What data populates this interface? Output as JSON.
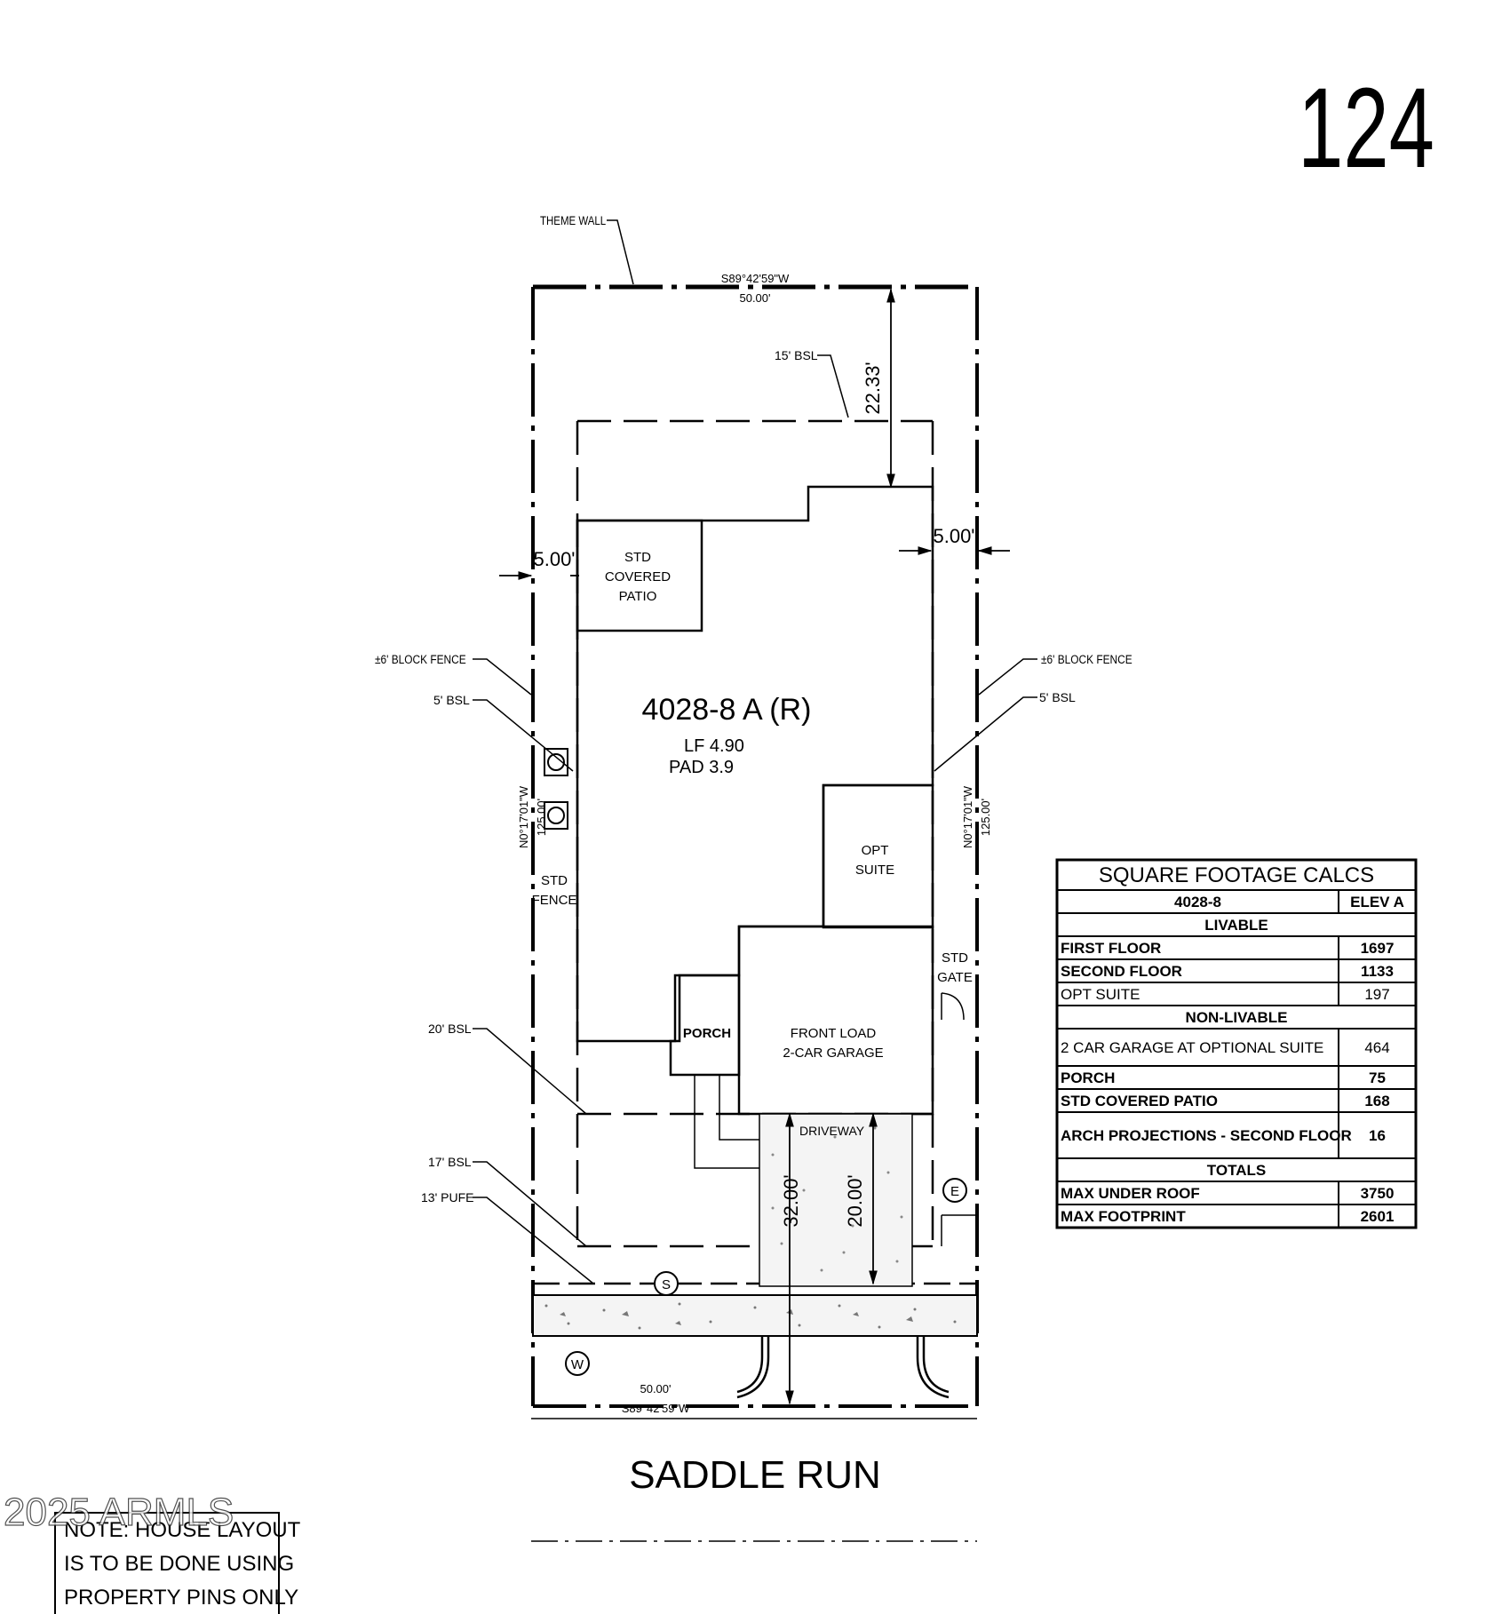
{
  "lot_number": "124",
  "plan_label": "4028-8 A (R)",
  "lf": "LF 4.90",
  "pad": "PAD 3.9",
  "street": "SADDLE RUN",
  "watermark": "2025 ARMLS",
  "note": [
    "NOTE: HOUSE LAYOUT",
    "IS TO BE DONE USING",
    "PROPERTY PINS ONLY"
  ],
  "labels": {
    "theme_wall": "THEME WALL",
    "top_bearing": "S89°42'59\"W",
    "top_dist": "50.00'",
    "bsl15": "15' BSL",
    "dim_22": "22.33'",
    "dim_5_left": "5.00'",
    "dim_5_right": "5.00'",
    "patio": [
      "STD",
      "COVERED",
      "PATIO"
    ],
    "block_fence_left": "±6' BLOCK FENCE",
    "block_fence_right": "±6' BLOCK FENCE",
    "bsl5_left": "5' BSL",
    "bsl5_right": "5' BSL",
    "left_bearing": "N0°17'01\"W",
    "left_dist": "125.00'",
    "right_bearing": "N0°17'01\"W",
    "right_dist": "125.00'",
    "std_fence": [
      "STD",
      "FENCE"
    ],
    "opt_suite": [
      "OPT",
      "SUITE"
    ],
    "std_gate": [
      "STD",
      "GATE"
    ],
    "porch": "PORCH",
    "garage": [
      "FRONT LOAD",
      "2-CAR GARAGE"
    ],
    "bsl20": "20' BSL",
    "driveway": "DRIVEWAY",
    "dim_32": "32.00'",
    "dim_20": "20.00'",
    "bsl17": "17' BSL",
    "pufe13": "13' PUFE",
    "util_e": "E",
    "util_s": "S",
    "util_w": "W",
    "bottom_dist": "50.00'",
    "bottom_bearing": "S89°42'59\"W"
  },
  "table": {
    "title": "SQUARE FOOTAGE CALCS",
    "header": [
      "4028-8",
      "ELEV A"
    ],
    "sections": [
      {
        "name": "LIVABLE",
        "rows": [
          [
            "FIRST FLOOR",
            "1697"
          ],
          [
            "SECOND FLOOR",
            "1133"
          ],
          [
            "OPT SUITE",
            "197"
          ]
        ]
      },
      {
        "name": "NON-LIVABLE",
        "rows": [
          [
            "2 CAR GARAGE AT OPTIONAL SUITE",
            "464"
          ],
          [
            "PORCH",
            "75"
          ],
          [
            "STD COVERED PATIO",
            "168"
          ],
          [
            "ARCH PROJECTIONS - SECOND FLOOR",
            "16"
          ]
        ]
      },
      {
        "name": "TOTALS",
        "rows": [
          [
            "MAX UNDER ROOF",
            "3750"
          ],
          [
            "MAX FOOTPRINT",
            "2601"
          ]
        ]
      }
    ]
  }
}
